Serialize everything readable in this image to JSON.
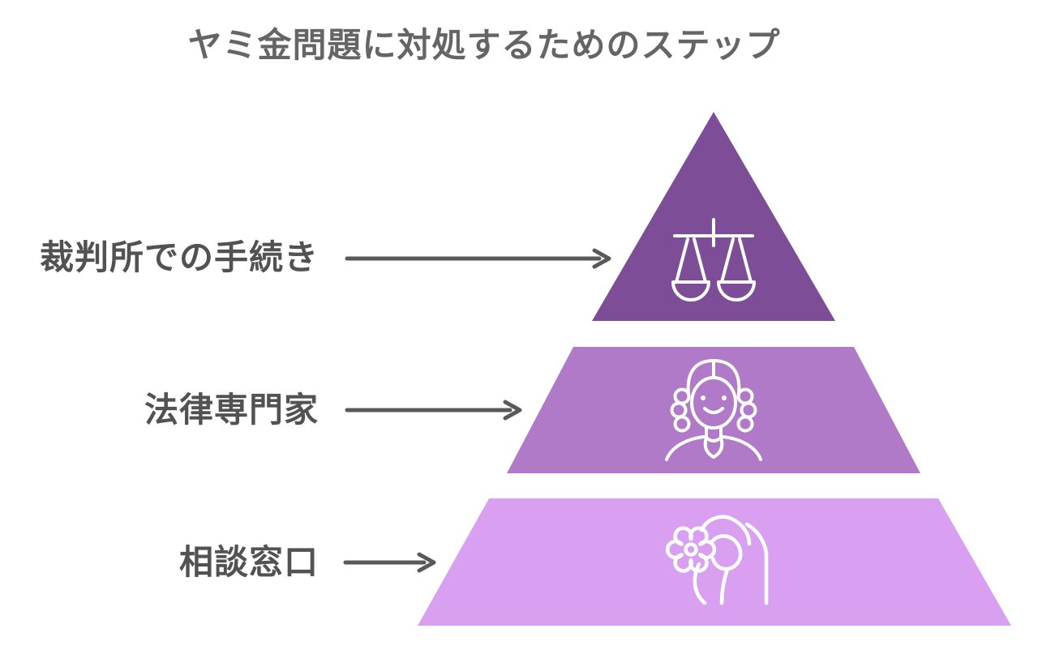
{
  "title": "ヤミ金問題に対処するためのステップ",
  "colors": {
    "background": "#ffffff",
    "title_text": "#656565",
    "label_text": "#525252",
    "arrow": "#58595b",
    "icon_stroke": "#ffffff"
  },
  "pyramid": {
    "type": "pyramid",
    "tiers": [
      {
        "rank": 1,
        "label": "裁判所での手続き",
        "icon": "scales-of-justice-icon",
        "color": "#7d4e97"
      },
      {
        "rank": 2,
        "label": "法律専門家",
        "icon": "judge-person-icon",
        "color": "#b07ac9"
      },
      {
        "rank": 3,
        "label": "相談窓口",
        "icon": "hand-holding-flower-icon",
        "color": "#d9a0f2"
      }
    ]
  }
}
